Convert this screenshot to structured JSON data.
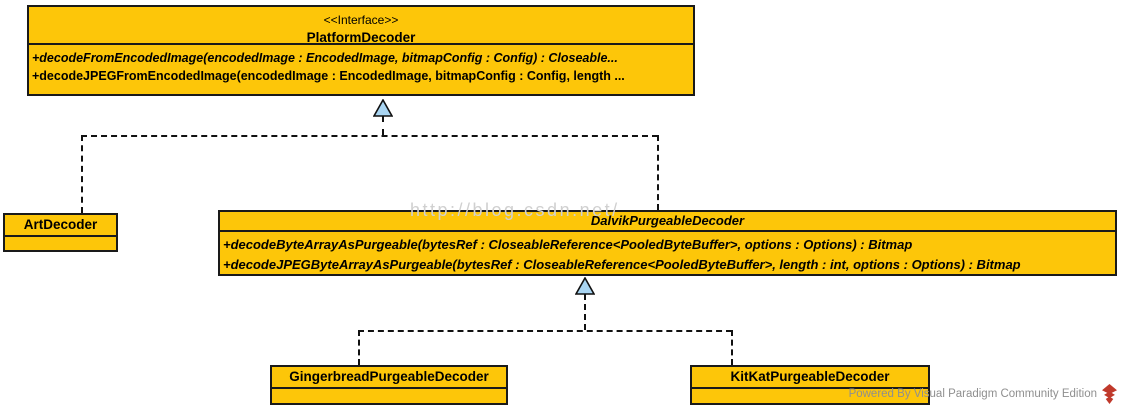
{
  "interface_box": {
    "stereotype": "<<Interface>>",
    "name": "PlatformDecoder",
    "methods": [
      "+decodeFromEncodedImage(encodedImage : EncodedImage, bitmapConfig : Config) : Closeable...",
      "+decodeJPEGFromEncodedImage(encodedImage : EncodedImage, bitmapConfig : Config, length ..."
    ]
  },
  "art_decoder_box": {
    "name": "ArtDecoder"
  },
  "dalvik_box": {
    "name": "DalvikPurgeableDecoder",
    "methods": [
      "+decodeByteArrayAsPurgeable(bytesRef : CloseableReference<PooledByteBuffer>, options : Options) : Bitmap",
      "+decodeJPEGByteArrayAsPurgeable(bytesRef : CloseableReference<PooledByteBuffer>, length : int, options : Options) : Bitmap"
    ]
  },
  "gingerbread_box": {
    "name": "GingerbreadPurgeableDecoder"
  },
  "kitkat_box": {
    "name": "KitKatPurgeableDecoder"
  },
  "watermark": "http://blog.csdn.net/",
  "footer": {
    "powered_by": "Powered By Visual Paradigm Community Edition"
  },
  "colors": {
    "box_fill": "#FDC609",
    "box_border": "#1A1A1A",
    "triangle_fill": "#A9D5F2",
    "watermark_text": "#D0D0D0",
    "footer_text": "#8F8F8F",
    "logo_red": "#C0392B"
  }
}
